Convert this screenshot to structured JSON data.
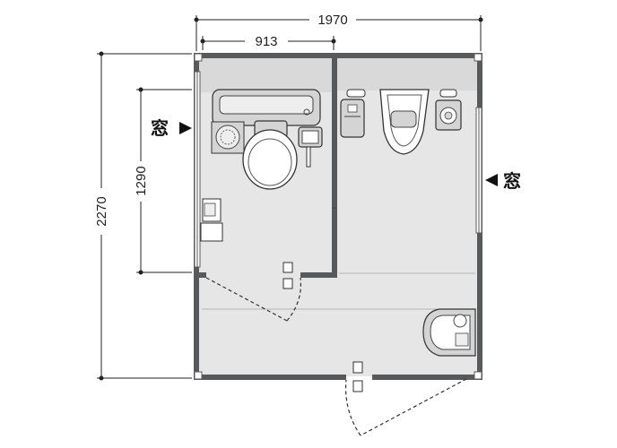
{
  "dimensions": {
    "total_width": "1970",
    "left_room_width": "913",
    "total_depth": "2270",
    "window_height": "1290"
  },
  "labels": {
    "window_left": "窓",
    "window_right": "窓"
  },
  "colors": {
    "wall": "#58595b",
    "floor": "#e6e6e6",
    "fixture": "#d4d4d4",
    "line": "#333333"
  }
}
